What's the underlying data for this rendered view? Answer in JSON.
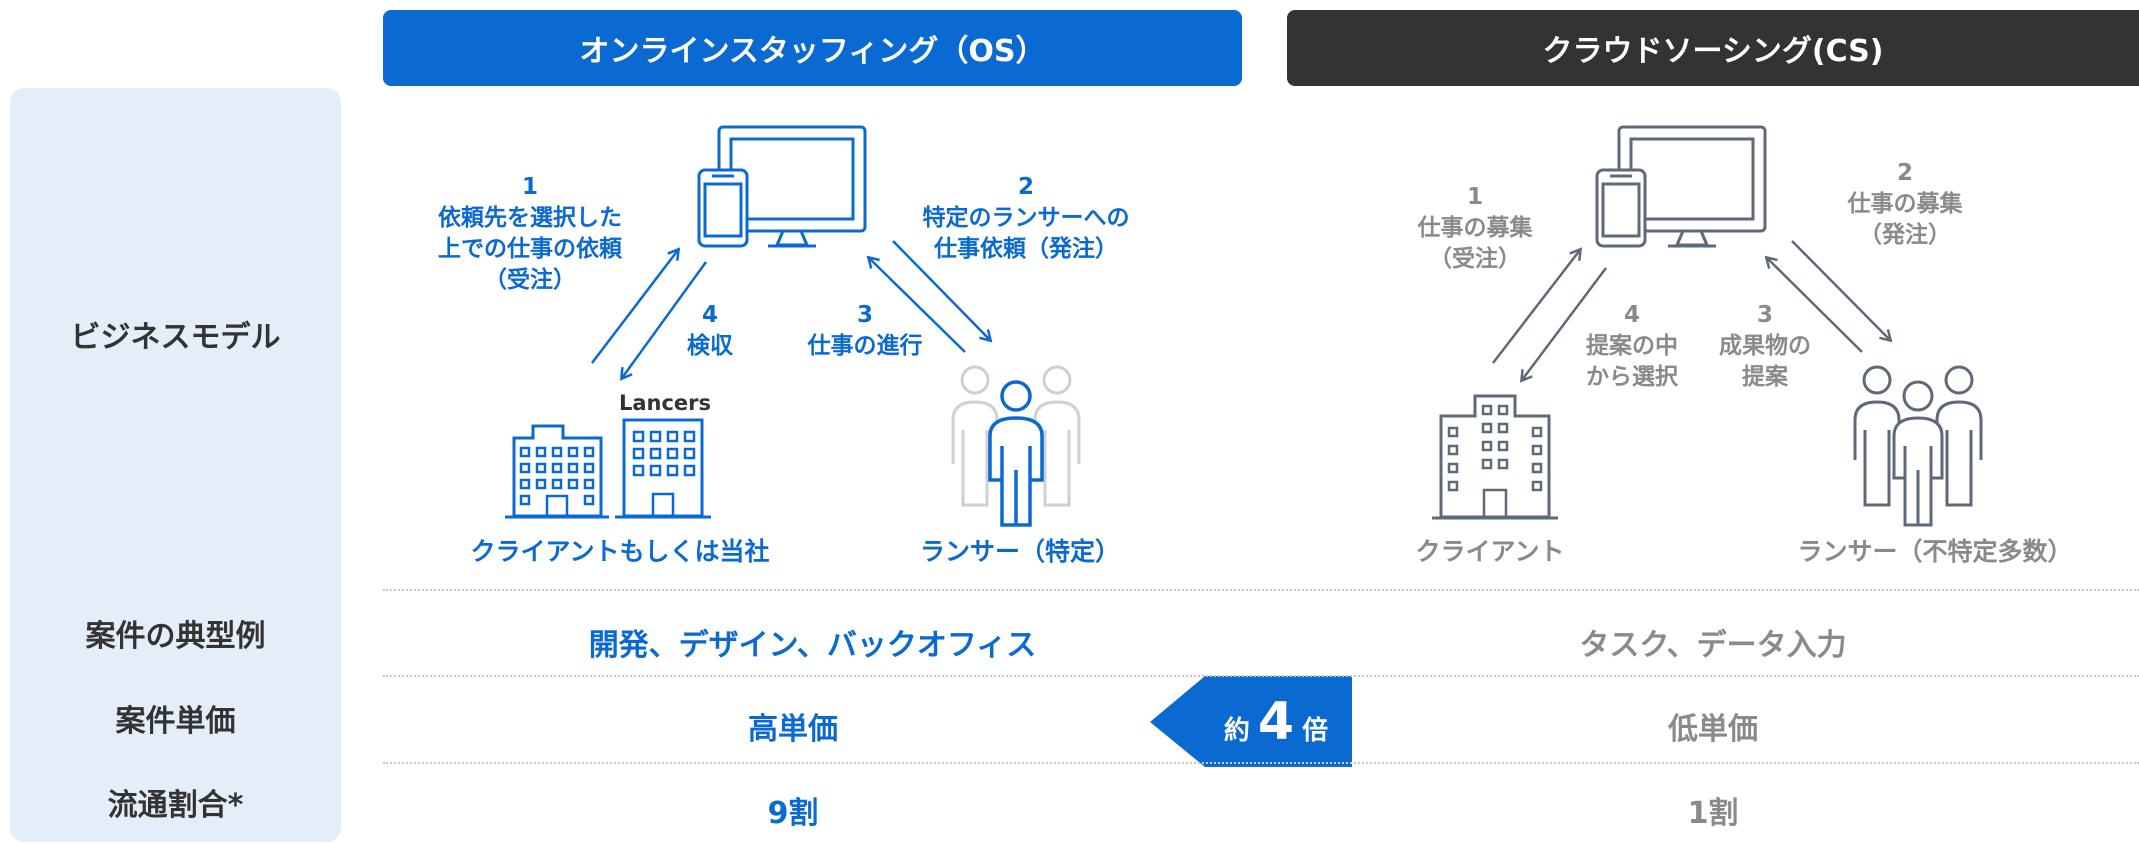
{
  "headers": {
    "os": "オンラインスタッフィング（OS）",
    "cs": "クラウドソーシング(CS)"
  },
  "row_labels": {
    "business_model": "ビジネスモデル",
    "typical_cases": "案件の典型例",
    "unit_price": "案件単価",
    "distribution_ratio": "流通割合*"
  },
  "os": {
    "step1": [
      "1",
      "依頼先を選択した",
      "上での仕事の依頼",
      "（受注）"
    ],
    "step2": [
      "2",
      "特定のランサーへの",
      "仕事依頼（発注）"
    ],
    "step3": [
      "3",
      "仕事の進行"
    ],
    "step4": [
      "4",
      "検収"
    ],
    "brand_label": "Lancers",
    "client_label": "クライアントもしくは当社",
    "lancer_label": "ランサー（特定）",
    "typical_cases": "開発、デザイン、バックオフィス",
    "unit_price": "高単価",
    "distribution_ratio": "9割"
  },
  "cs": {
    "step1": [
      "1",
      "仕事の募集",
      "（受注）"
    ],
    "step2": [
      "2",
      "仕事の募集",
      "（発注）"
    ],
    "step3": [
      "3",
      "成果物の",
      "提案"
    ],
    "step4": [
      "4",
      "提案の中",
      "から選択"
    ],
    "client_label": "クライアント",
    "lancer_label": "ランサー（不特定多数）",
    "typical_cases": "タスク、データ入力",
    "unit_price": "低単価",
    "distribution_ratio": "1割"
  },
  "multiplier": {
    "prefix": "約",
    "value": "4",
    "suffix": "倍"
  },
  "colors": {
    "os": "#0b6ad1",
    "cs_header": "#333333",
    "cs_lines": "#6b6b6b",
    "side_bg": "#e4eef9"
  }
}
